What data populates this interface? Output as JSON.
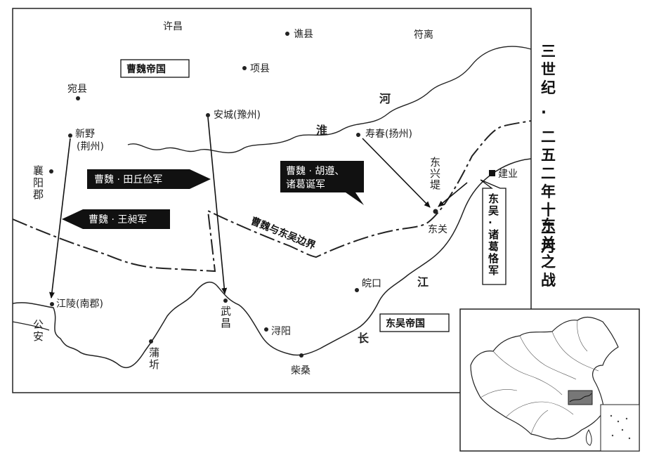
{
  "title": {
    "left_column": "三世纪 · 二五二年十二月",
    "right_column": "东关之战"
  },
  "empires": {
    "wei": "曹魏帝国",
    "wu": "东吴帝国"
  },
  "rivers": {
    "huai": [
      "淮",
      "河"
    ],
    "yangtze": [
      "长",
      "江"
    ]
  },
  "border_label": "曹魏与东吴边界",
  "cities": {
    "xuchang": "许昌",
    "qiaoxian": "谯县",
    "fuli": "符离",
    "xiangxian": "项县",
    "wanxian": "宛县",
    "ancheng": "安城(豫州)",
    "xinye": "新野",
    "xinye_sub": "(荆州)",
    "shouchun": "寿春(扬州)",
    "dongxingdi": "东兴堤",
    "jianye": "建业",
    "dongguan": "东关",
    "xiangyang": "襄阳郡",
    "jiangling": "江陵(南郡)",
    "gongan": "公安",
    "wuchang": "武昌",
    "xunyang": "浔阳",
    "wankou": "皖口",
    "chaisang": "柴桑",
    "puqi": "蒲圻"
  },
  "armies": {
    "wei_wangchang": "曹魏 · 王昶军",
    "wei_guanqiujian": "曹魏 · 田丘俭军",
    "wei_hutun": [
      "曹魏 · 胡遵、",
      "诸葛诞军"
    ],
    "wu_zhugeke": [
      "东吴 · 诸葛恪军"
    ]
  }
}
